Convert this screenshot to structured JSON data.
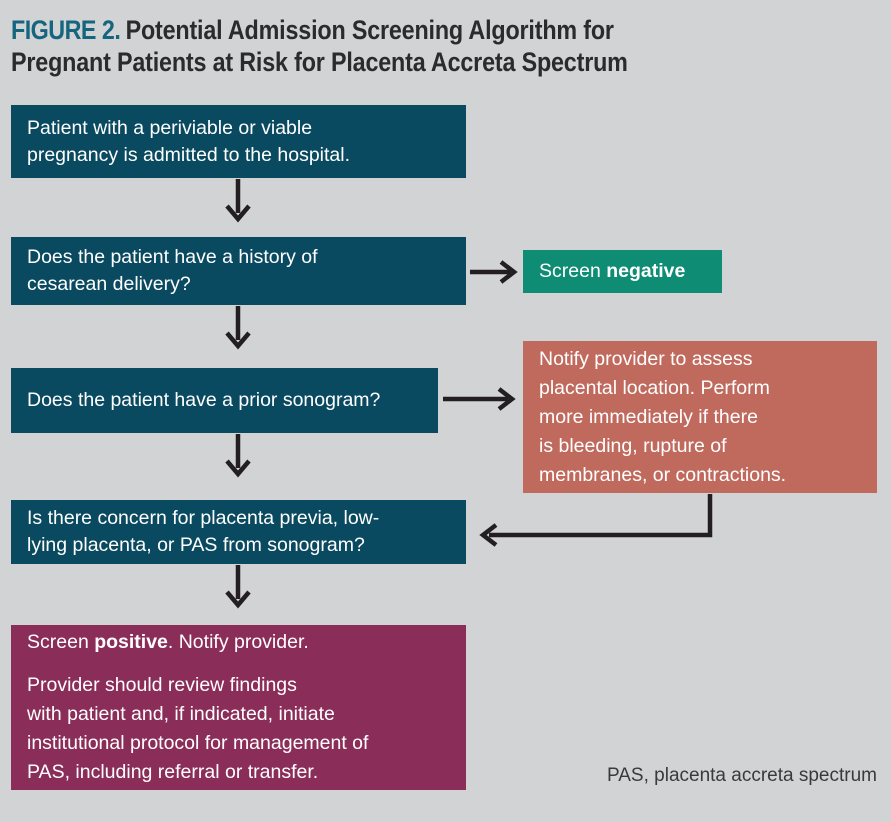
{
  "figure": {
    "label": "FIGURE 2.",
    "title_line_1": "Potential Admission Screening Algorithm for",
    "title_line_2": "Pregnant Patients at Risk for Placenta Accreta Spectrum"
  },
  "colors": {
    "background": "#d2d3d5",
    "figure_label": "#15657f",
    "title_text": "#2b2b2b",
    "node_blue": "#0a4a60",
    "node_green": "#0f8d74",
    "node_salmon": "#c06a5e",
    "node_purple": "#8b2d59",
    "arrow": "#231f20",
    "node_text": "#ffffff",
    "footnote_text": "#3a3a3c"
  },
  "nodes": {
    "admit": {
      "id": "admit",
      "type": "process",
      "color": "#0a4a60",
      "lines": [
        "Patient with a periviable or viable",
        "pregnancy is admitted to the hospital."
      ]
    },
    "cesarean": {
      "id": "cesarean",
      "type": "decision",
      "color": "#0a4a60",
      "lines": [
        "Does the patient have a history of",
        "cesarean delivery?"
      ]
    },
    "sonogram": {
      "id": "sonogram",
      "type": "decision",
      "color": "#0a4a60",
      "lines": [
        "Does the patient have a prior sonogram?"
      ]
    },
    "previa": {
      "id": "previa",
      "type": "decision",
      "color": "#0a4a60",
      "lines": [
        "Is there concern for placenta previa, low-",
        "lying placenta, or PAS from sonogram?"
      ]
    },
    "negative": {
      "id": "negative",
      "type": "outcome",
      "color": "#0f8d74",
      "text_plain": "Screen negative",
      "text_prefix": "Screen ",
      "text_emphasis": "negative"
    },
    "notify": {
      "id": "notify",
      "type": "action",
      "color": "#c06a5e",
      "lines": [
        "Notify provider to assess",
        "placental location. Perform",
        "more immediately if there",
        "is bleeding, rupture of",
        "membranes, or contractions."
      ]
    },
    "positive": {
      "id": "positive",
      "type": "outcome",
      "color": "#8b2d59",
      "heading_prefix": "Screen ",
      "heading_emphasis": "positive",
      "heading_suffix": ". Notify provider.",
      "body_lines": [
        "Provider should review findings",
        "with patient and, if indicated, initiate",
        "institutional protocol for management of",
        "PAS, including referral or transfer."
      ]
    }
  },
  "edges": [
    {
      "id": "admit-to-cesarean",
      "from": "admit",
      "to": "cesarean",
      "direction": "down"
    },
    {
      "id": "cesarean-to-negative",
      "from": "cesarean",
      "to": "negative",
      "direction": "right"
    },
    {
      "id": "cesarean-to-sonogram",
      "from": "cesarean",
      "to": "sonogram",
      "direction": "down"
    },
    {
      "id": "sonogram-to-notify",
      "from": "sonogram",
      "to": "notify",
      "direction": "right"
    },
    {
      "id": "sonogram-to-previa",
      "from": "sonogram",
      "to": "previa",
      "direction": "down"
    },
    {
      "id": "notify-to-previa",
      "from": "notify",
      "to": "previa",
      "direction": "down-left"
    },
    {
      "id": "previa-to-positive",
      "from": "previa",
      "to": "positive",
      "direction": "down"
    }
  ],
  "footnote": {
    "text": "PAS, placenta accreta spectrum"
  }
}
